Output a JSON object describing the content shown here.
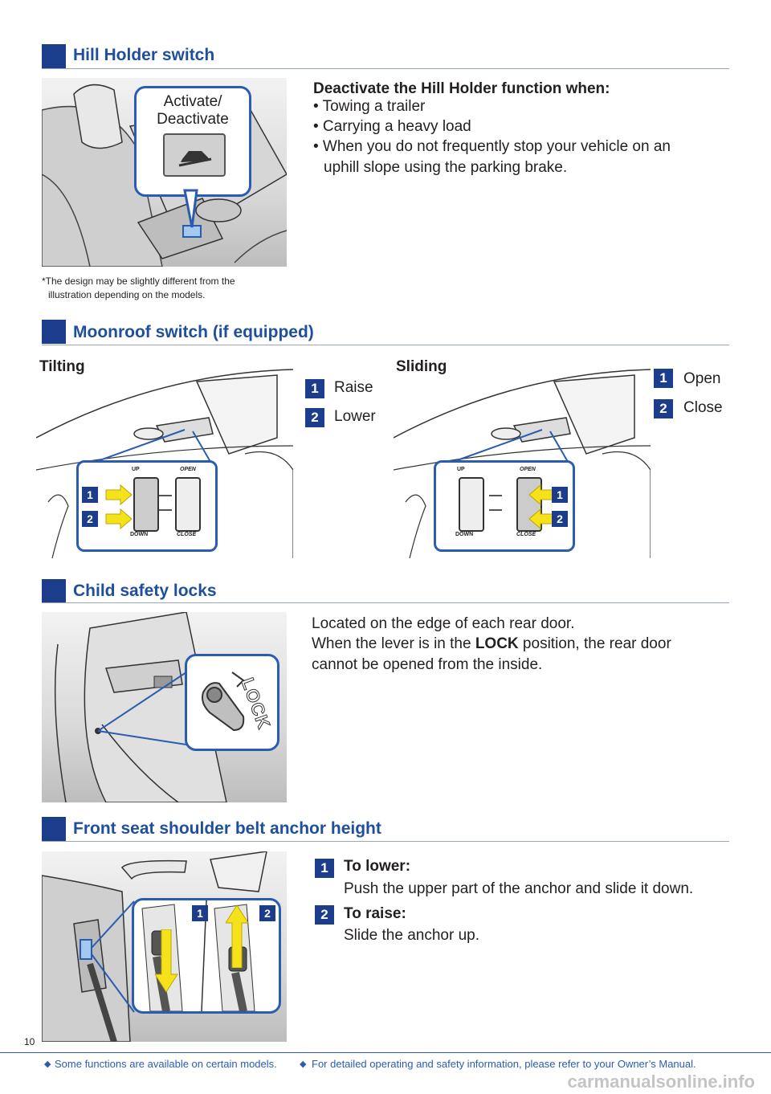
{
  "hill_holder": {
    "title": "Hill Holder switch",
    "callout_label_1": "Activate/",
    "callout_label_2": "Deactivate",
    "heading": "Deactivate the Hill Holder function when:",
    "bullets": [
      "• Towing a trailer",
      "• Carrying a heavy load",
      "• When you do not frequently stop your vehicle on an",
      "uphill slope using the parking brake."
    ],
    "note_1": "*The design may be slightly different from the",
    "note_2": "illustration depending on the models."
  },
  "moonroof": {
    "title": "Moonroof switch (if equipped)",
    "tilting_label": "Tilting",
    "tilting_items": [
      {
        "num": "1",
        "label": "Raise"
      },
      {
        "num": "2",
        "label": "Lower"
      }
    ],
    "sliding_label": "Sliding",
    "sliding_items": [
      {
        "num": "1",
        "label": "Open"
      },
      {
        "num": "2",
        "label": "Close"
      }
    ],
    "switch_text": {
      "up": "UP",
      "down": "DOWN",
      "open": "OPEN",
      "close": "CLOSE"
    }
  },
  "child_locks": {
    "title": "Child safety locks",
    "line_1": "Located on the edge of each rear door.",
    "line_2_pre": "When the lever is in the ",
    "line_2_bold": "LOCK",
    "line_2_post": " position, the rear door",
    "line_3": "cannot be opened from the inside.",
    "lock_text": "LOCK"
  },
  "belt_anchor": {
    "title": "Front seat shoulder belt anchor height",
    "items": [
      {
        "num": "1",
        "heading": "To lower:",
        "text": "Push the upper part of the anchor and slide it down."
      },
      {
        "num": "2",
        "heading": "To raise:",
        "text": "Slide the anchor up."
      }
    ],
    "illus_nums": [
      "1",
      "2"
    ]
  },
  "page_number": "10",
  "footer": {
    "part_1": "Some functions are available on certain models.",
    "part_2": "For detailed operating and safety information, please refer to your Owner’s Manual.",
    "watermark": "carmanualsonline.info"
  },
  "colors": {
    "accent": "#1c3d8c",
    "title_blue": "#1f4f9c",
    "arrow_yellow": "#f5e21b"
  }
}
